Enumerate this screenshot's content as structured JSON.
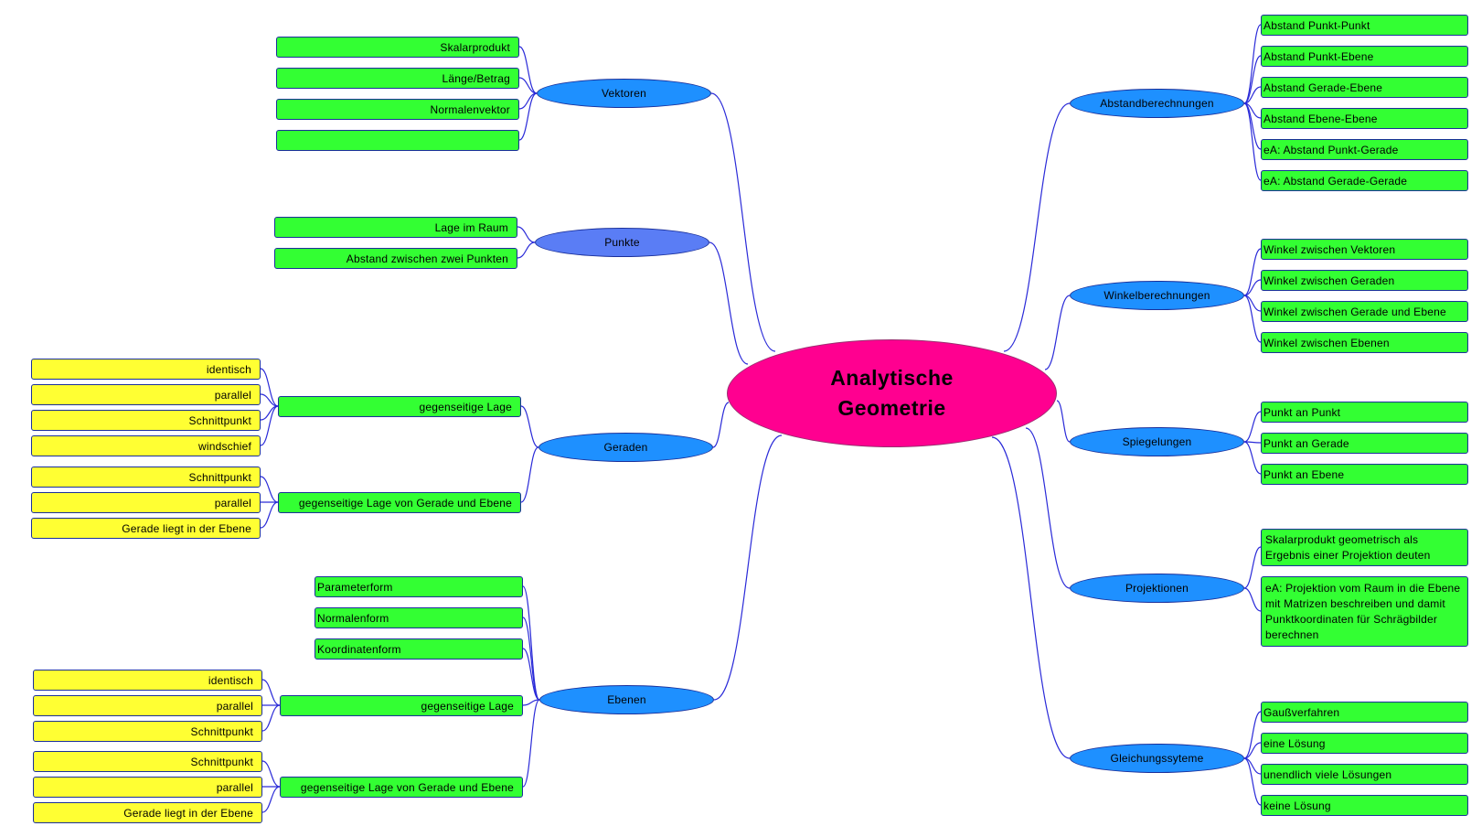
{
  "center": "Analytische\nGeometrie",
  "colors": {
    "center": "#ff0090",
    "topic": "#1e90ff",
    "topic_alt": "#5a7df5",
    "leaf": "#33ff33",
    "sub_leaf": "#ffff33",
    "link": "#2a2ad8"
  },
  "left": {
    "vektoren": {
      "label": "Vektoren",
      "items": [
        "Skalarprodukt",
        "Länge/Betrag",
        "Normalenvektor",
        ""
      ]
    },
    "punkte": {
      "label": "Punkte",
      "items": [
        "Lage im Raum",
        "Abstand zwischen zwei Punkten"
      ]
    },
    "geraden": {
      "label": "Geraden",
      "lage": {
        "label": "gegenseitige Lage",
        "items": [
          "identisch",
          "parallel",
          "Schnittpunkt",
          "windschief"
        ]
      },
      "ge": {
        "label": "gegenseitige Lage von Gerade und Ebene",
        "items": [
          "Schnittpunkt",
          "parallel",
          "Gerade liegt in der Ebene"
        ]
      }
    },
    "ebenen": {
      "label": "Ebenen",
      "items": [
        "Parameterform",
        "Normalenform",
        "Koordinatenform"
      ],
      "lage": {
        "label": "gegenseitige Lage",
        "items": [
          "identisch",
          "parallel",
          "Schnittpunkt"
        ]
      },
      "ge": {
        "label": "gegenseitige Lage von Gerade und Ebene",
        "items": [
          "Schnittpunkt",
          "parallel",
          "Gerade liegt in der Ebene"
        ]
      }
    }
  },
  "right": {
    "abstand": {
      "label": "Abstandberechnungen",
      "items": [
        "Abstand Punkt-Punkt",
        "Abstand Punkt-Ebene",
        "Abstand Gerade-Ebene",
        "Abstand Ebene-Ebene",
        "eA: Abstand Punkt-Gerade",
        "eA: Abstand Gerade-Gerade"
      ]
    },
    "winkel": {
      "label": "Winkelberechnungen",
      "items": [
        "Winkel zwischen Vektoren",
        "Winkel zwischen Geraden",
        "Winkel zwischen Gerade und Ebene",
        "Winkel zwischen Ebenen"
      ]
    },
    "spiegel": {
      "label": "Spiegelungen",
      "items": [
        "Punkt an Punkt",
        "Punkt an Gerade",
        "Punkt an Ebene"
      ]
    },
    "projektion": {
      "label": "Projektionen",
      "items": [
        "Skalarprodukt geometrisch als Ergebnis einer Projektion deuten",
        "eA: Projektion vom Raum in die Ebene mit Matrizen beschreiben und damit Punktkoordinaten für Schrägbilder berechnen"
      ]
    },
    "lgs": {
      "label": "Gleichungssyteme",
      "items": [
        "Gaußverfahren",
        "eine Lösung",
        "unendlich viele Lösungen",
        "keine Lösung"
      ]
    }
  }
}
